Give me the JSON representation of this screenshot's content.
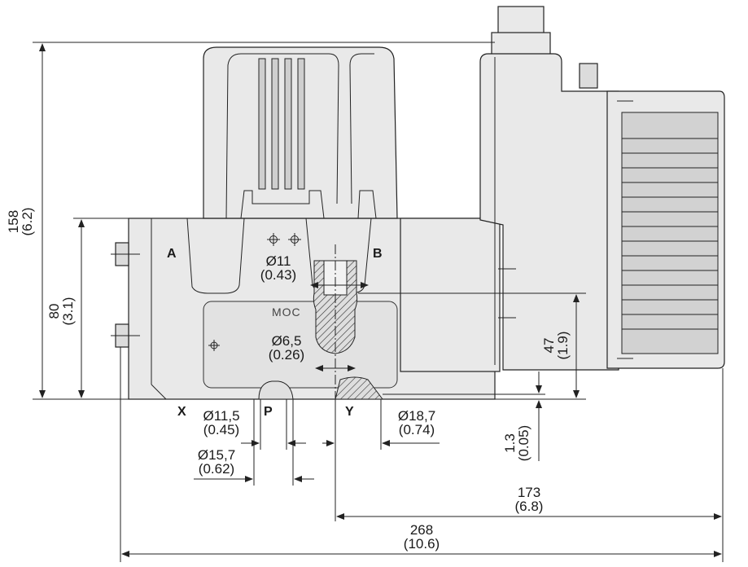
{
  "ports": {
    "a": "A",
    "b": "B",
    "x": "X",
    "p": "P",
    "y": "Y"
  },
  "brand_text": "MOC",
  "dimensions": {
    "overall_height": {
      "mm": "158",
      "in": "(6.2)"
    },
    "body_height": {
      "mm": "80",
      "in": "(3.1)"
    },
    "bore_a": {
      "mm": "Ø11",
      "in": "(0.43)"
    },
    "bore_b": {
      "mm": "Ø6,5",
      "in": "(0.26)"
    },
    "height_47": {
      "mm": "47",
      "in": "(1.9)"
    },
    "port_x": {
      "mm": "Ø11,5",
      "in": "(0.45)"
    },
    "port_p": {
      "mm": "Ø15,7",
      "in": "(0.62)"
    },
    "port_y": {
      "mm": "Ø18,7",
      "in": "(0.74)"
    },
    "offset": {
      "mm": "1.3",
      "in": "(0.05)"
    },
    "width_173": {
      "mm": "173",
      "in": "(6.8)"
    },
    "width_268": {
      "mm": "268",
      "in": "(10.6)"
    }
  }
}
